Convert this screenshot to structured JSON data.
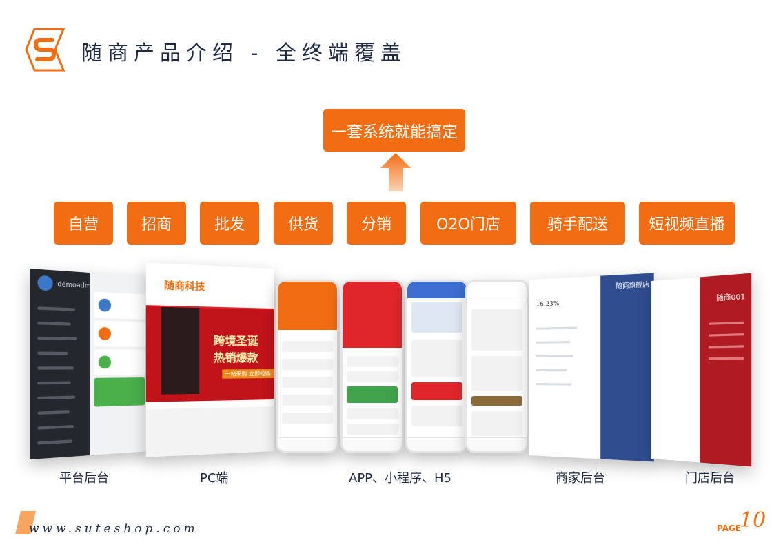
{
  "header": {
    "title": "随商产品介绍 - 全终端覆盖"
  },
  "slogan": "一套系统就能搞定",
  "features": [
    "自营",
    "招商",
    "批发",
    "供货",
    "分销",
    "O2O门店",
    "骑手配送",
    "短视频直播"
  ],
  "screens": {
    "admin_user": "demoadmin",
    "pc_brand": "随商科技",
    "pc_banner_line1": "跨境圣诞",
    "pc_banner_line2": "热销爆款",
    "pc_banner_cta": "一站采购 立即抢购",
    "merchant_stat": "16.23%",
    "merchant_store": "随商旗舰店",
    "store_name": "随商001"
  },
  "captions": [
    "平台后台",
    "PC端",
    "APP、小程序、H5",
    "商家后台",
    "门店后台"
  ],
  "footer": {
    "site": "www.suteshop.com",
    "page_label": "PAGE",
    "page_number": "10"
  },
  "colors": {
    "accent": "#f26d12",
    "navy": "#1f2a44"
  }
}
